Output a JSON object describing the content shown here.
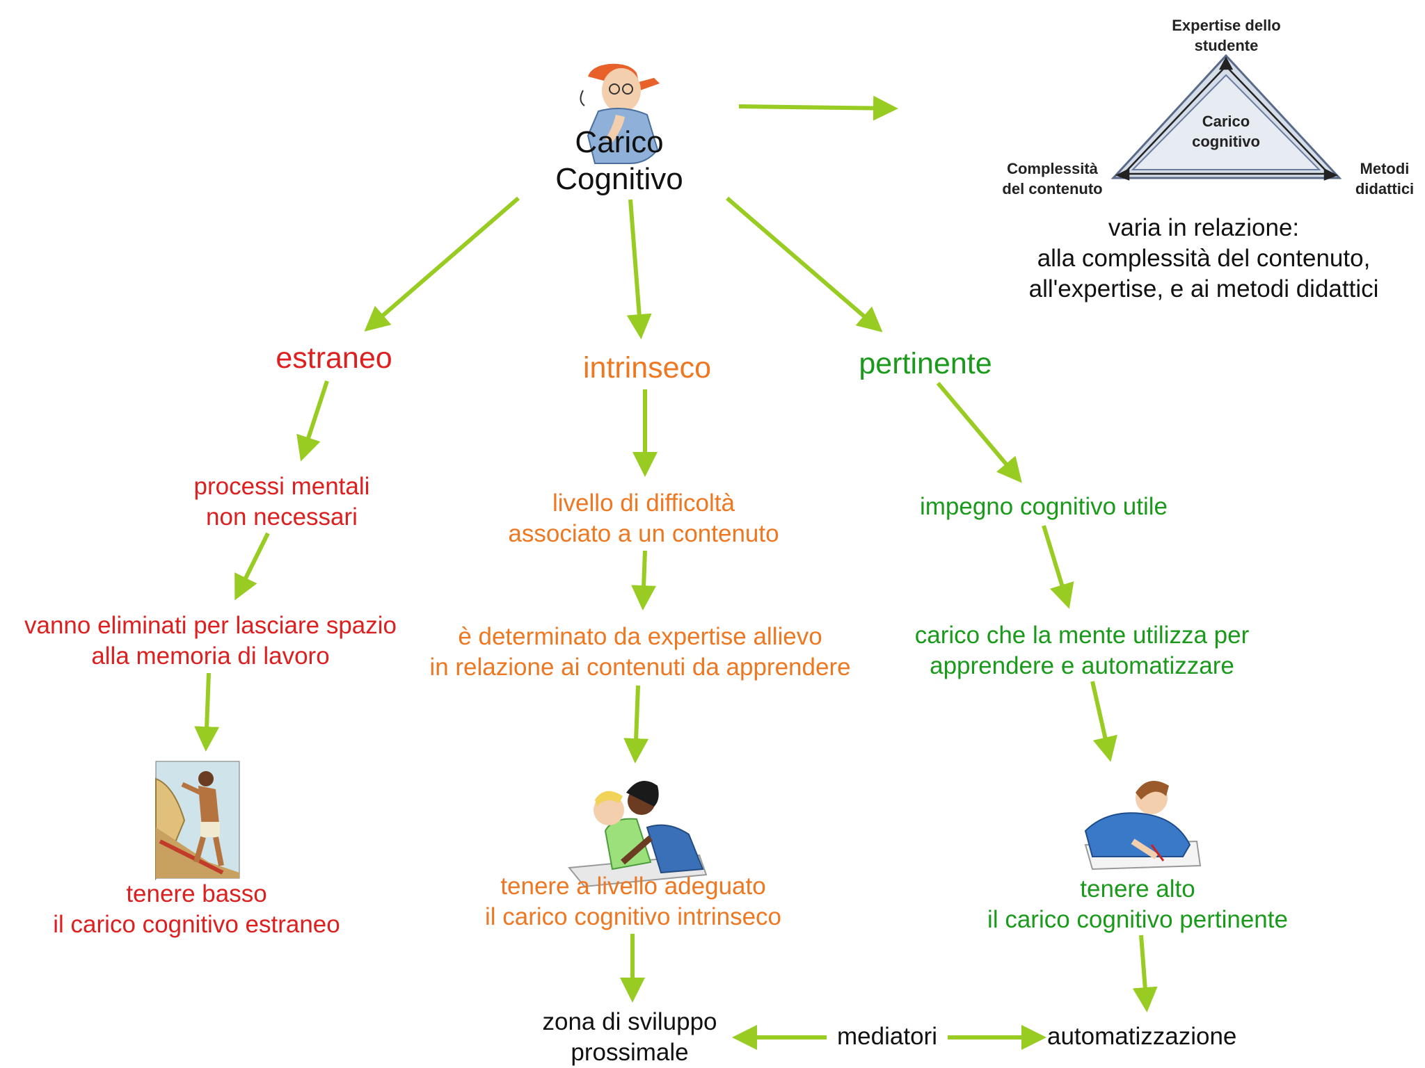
{
  "title": {
    "line1": "Carico",
    "line2": "Cognitivo"
  },
  "triangle": {
    "top": {
      "line1": "Expertise dello",
      "line2": "studente"
    },
    "center": {
      "line1": "Carico",
      "line2": "cognitivo"
    },
    "left": {
      "line1": "Complessità",
      "line2": "del contenuto"
    },
    "right": {
      "line1": "Metodi",
      "line2": "didattici"
    }
  },
  "varia": {
    "line1": "varia in relazione:",
    "line2": "alla complessità del contenuto,",
    "line3": "all'expertise, e ai metodi didattici"
  },
  "estraneo": {
    "label": "estraneo",
    "processi": {
      "line1": "processi mentali",
      "line2": "non necessari"
    },
    "vanno": {
      "line1": "vanno eliminati per lasciare spazio",
      "line2": "alla memoria di lavoro"
    },
    "tenere": {
      "line1": "tenere basso",
      "line2": "il carico cognitivo estraneo"
    }
  },
  "intrinseco": {
    "label": "intrinseco",
    "livello": {
      "line1": "livello di difficoltà",
      "line2": "associato a un contenuto"
    },
    "determinato": {
      "line1": "è determinato da expertise allievo",
      "line2": "in relazione ai contenuti da apprendere"
    },
    "tenere": {
      "line1": "tenere a livello adeguato",
      "line2": "il carico cognitivo intrinseco"
    }
  },
  "pertinente": {
    "label": "pertinente",
    "impegno": {
      "line1": "impegno cognitivo utile"
    },
    "carico": {
      "line1": "carico che la mente utilizza per",
      "line2": "apprendere e automatizzare"
    },
    "tenere": {
      "line1": "tenere alto",
      "line2": "il carico cognitivo pertinente"
    }
  },
  "bottom": {
    "zona": {
      "line1": "zona di sviluppo",
      "line2": "prossimale"
    },
    "mediatori": "mediatori",
    "automatizzazione": "automatizzazione"
  },
  "colors": {
    "arrow": "#99cc22",
    "estraneo": "#dd1f1f",
    "intrinseco": "#ee7722",
    "pertinente": "#1a9a1a"
  }
}
